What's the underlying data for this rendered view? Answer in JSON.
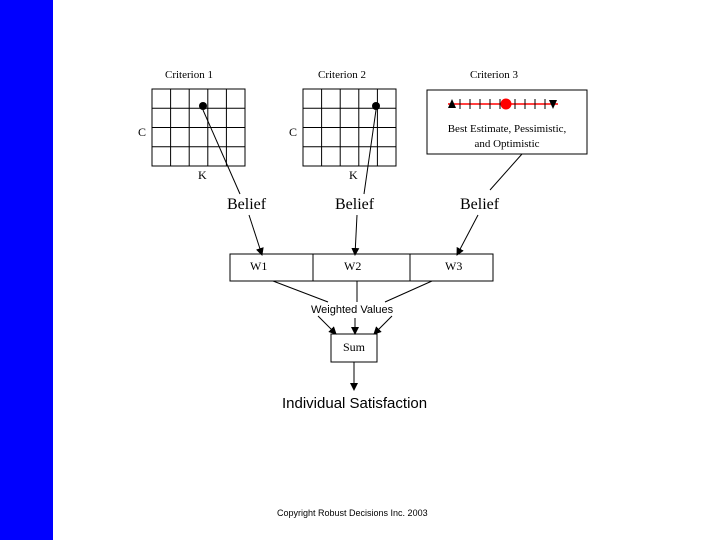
{
  "colors": {
    "sidebar": "#0000ff",
    "accent_marker": "#ff0000",
    "line": "#000000",
    "background": "#ffffff"
  },
  "criteria": [
    {
      "title": "Criterion 1",
      "row_label": "C",
      "col_label": "K"
    },
    {
      "title": "Criterion 2",
      "row_label": "C",
      "col_label": "K"
    },
    {
      "title": "Criterion 3",
      "estimate_text_line1": "Best Estimate, Pessimistic,",
      "estimate_text_line2": "and Optimistic"
    }
  ],
  "beliefs": [
    "Belief",
    "Belief",
    "Belief"
  ],
  "weights": [
    "W1",
    "W2",
    "W3"
  ],
  "weighted_values": "Weighted Values",
  "sum": "Sum",
  "result": "Individual Satisfaction",
  "copyright": "Copyright Robust Decisions Inc. 2003"
}
